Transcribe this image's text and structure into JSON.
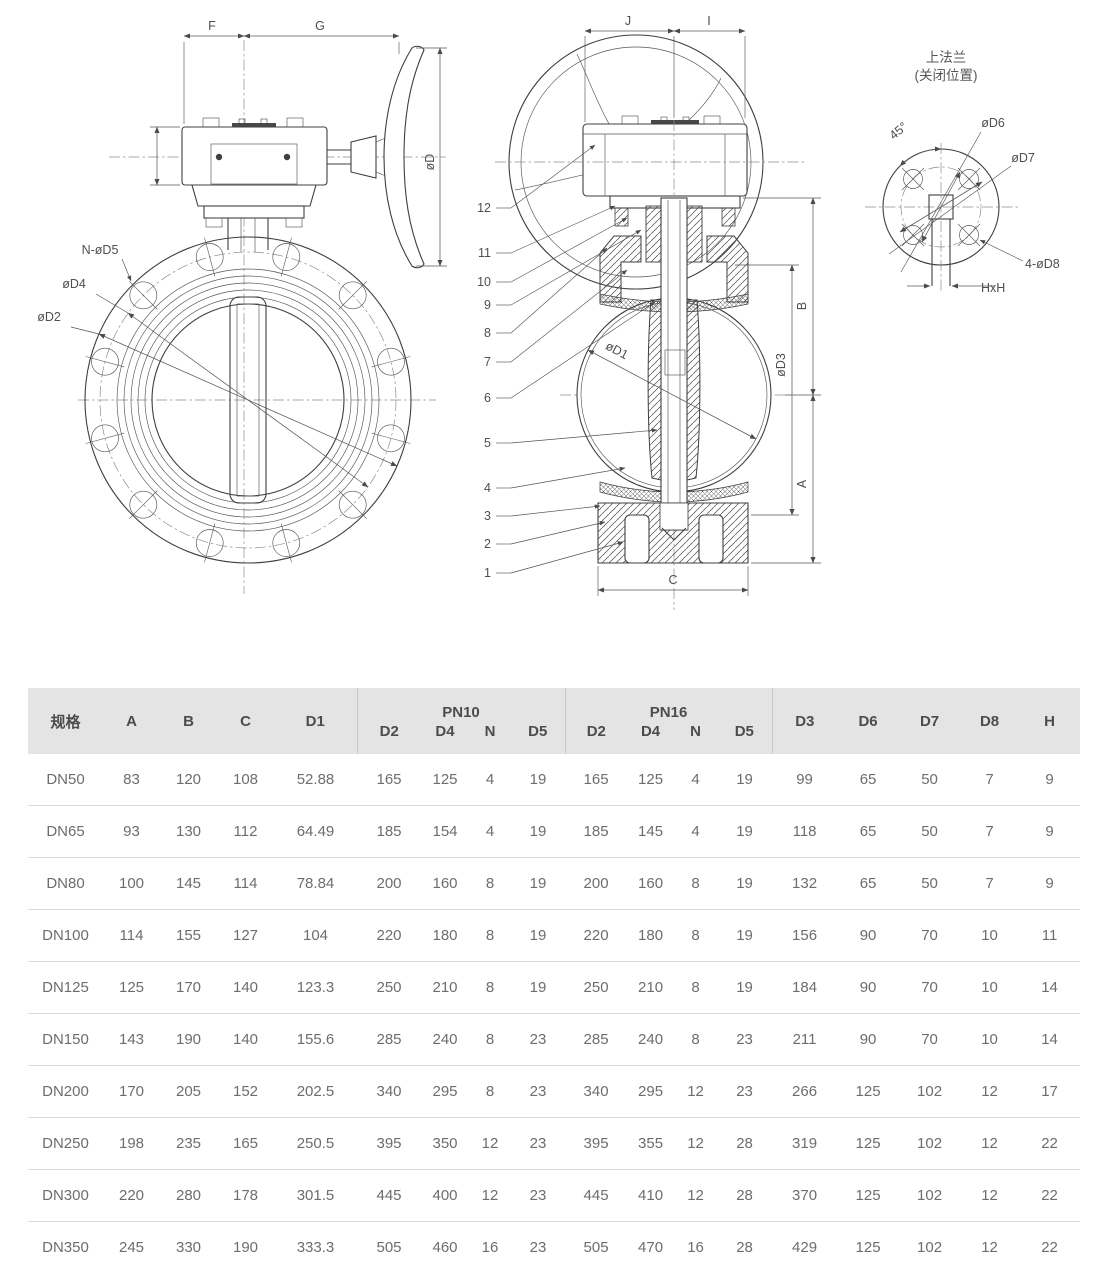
{
  "drawings": {
    "front_view": {
      "dim_f": "F",
      "dim_g": "G",
      "dim_od": "øD",
      "label_n_od5": "N-øD5",
      "label_od4": "øD4",
      "label_od2": "øD2"
    },
    "section_view": {
      "dim_j": "J",
      "dim_i": "I",
      "dim_b": "B",
      "dim_a": "A",
      "dim_c": "C",
      "dim_od1": "øD1",
      "dim_od3": "øD3",
      "part_numbers": [
        "1",
        "2",
        "3",
        "4",
        "5",
        "6",
        "7",
        "8",
        "9",
        "10",
        "11",
        "12"
      ]
    },
    "flange_view": {
      "title": "上法兰",
      "subtitle": "(关闭位置)",
      "dim_angle": "45°",
      "dim_od6": "øD6",
      "dim_od7": "øD7",
      "dim_od8": "4-øD8",
      "dim_hxh": "HxH"
    }
  },
  "table": {
    "col_spec": "规格",
    "col_a": "A",
    "col_b": "B",
    "col_c": "C",
    "col_d1": "D1",
    "group_pn10": "PN10",
    "group_pn16": "PN16",
    "sub_cols": [
      "D2",
      "D4",
      "N",
      "D5"
    ],
    "col_d3": "D3",
    "col_d6": "D6",
    "col_d7": "D7",
    "col_d8": "D8",
    "col_h": "H",
    "rows": [
      {
        "spec": "DN50",
        "a": "83",
        "b": "120",
        "c": "108",
        "d1": "52.88",
        "pn10": [
          "165",
          "125",
          "4",
          "19"
        ],
        "pn16": [
          "165",
          "125",
          "4",
          "19"
        ],
        "d3": "99",
        "d6": "65",
        "d7": "50",
        "d8": "7",
        "h": "9"
      },
      {
        "spec": "DN65",
        "a": "93",
        "b": "130",
        "c": "112",
        "d1": "64.49",
        "pn10": [
          "185",
          "154",
          "4",
          "19"
        ],
        "pn16": [
          "185",
          "145",
          "4",
          "19"
        ],
        "d3": "118",
        "d6": "65",
        "d7": "50",
        "d8": "7",
        "h": "9"
      },
      {
        "spec": "DN80",
        "a": "100",
        "b": "145",
        "c": "114",
        "d1": "78.84",
        "pn10": [
          "200",
          "160",
          "8",
          "19"
        ],
        "pn16": [
          "200",
          "160",
          "8",
          "19"
        ],
        "d3": "132",
        "d6": "65",
        "d7": "50",
        "d8": "7",
        "h": "9"
      },
      {
        "spec": "DN100",
        "a": "114",
        "b": "155",
        "c": "127",
        "d1": "104",
        "pn10": [
          "220",
          "180",
          "8",
          "19"
        ],
        "pn16": [
          "220",
          "180",
          "8",
          "19"
        ],
        "d3": "156",
        "d6": "90",
        "d7": "70",
        "d8": "10",
        "h": "11"
      },
      {
        "spec": "DN125",
        "a": "125",
        "b": "170",
        "c": "140",
        "d1": "123.3",
        "pn10": [
          "250",
          "210",
          "8",
          "19"
        ],
        "pn16": [
          "250",
          "210",
          "8",
          "19"
        ],
        "d3": "184",
        "d6": "90",
        "d7": "70",
        "d8": "10",
        "h": "14"
      },
      {
        "spec": "DN150",
        "a": "143",
        "b": "190",
        "c": "140",
        "d1": "155.6",
        "pn10": [
          "285",
          "240",
          "8",
          "23"
        ],
        "pn16": [
          "285",
          "240",
          "8",
          "23"
        ],
        "d3": "211",
        "d6": "90",
        "d7": "70",
        "d8": "10",
        "h": "14"
      },
      {
        "spec": "DN200",
        "a": "170",
        "b": "205",
        "c": "152",
        "d1": "202.5",
        "pn10": [
          "340",
          "295",
          "8",
          "23"
        ],
        "pn16": [
          "340",
          "295",
          "12",
          "23"
        ],
        "d3": "266",
        "d6": "125",
        "d7": "102",
        "d8": "12",
        "h": "17"
      },
      {
        "spec": "DN250",
        "a": "198",
        "b": "235",
        "c": "165",
        "d1": "250.5",
        "pn10": [
          "395",
          "350",
          "12",
          "23"
        ],
        "pn16": [
          "395",
          "355",
          "12",
          "28"
        ],
        "d3": "319",
        "d6": "125",
        "d7": "102",
        "d8": "12",
        "h": "22"
      },
      {
        "spec": "DN300",
        "a": "220",
        "b": "280",
        "c": "178",
        "d1": "301.5",
        "pn10": [
          "445",
          "400",
          "12",
          "23"
        ],
        "pn16": [
          "445",
          "410",
          "12",
          "28"
        ],
        "d3": "370",
        "d6": "125",
        "d7": "102",
        "d8": "12",
        "h": "22"
      },
      {
        "spec": "DN350",
        "a": "245",
        "b": "330",
        "c": "190",
        "d1": "333.3",
        "pn10": [
          "505",
          "460",
          "16",
          "23"
        ],
        "pn16": [
          "505",
          "470",
          "16",
          "28"
        ],
        "d3": "429",
        "d6": "125",
        "d7": "102",
        "d8": "12",
        "h": "22"
      }
    ]
  }
}
